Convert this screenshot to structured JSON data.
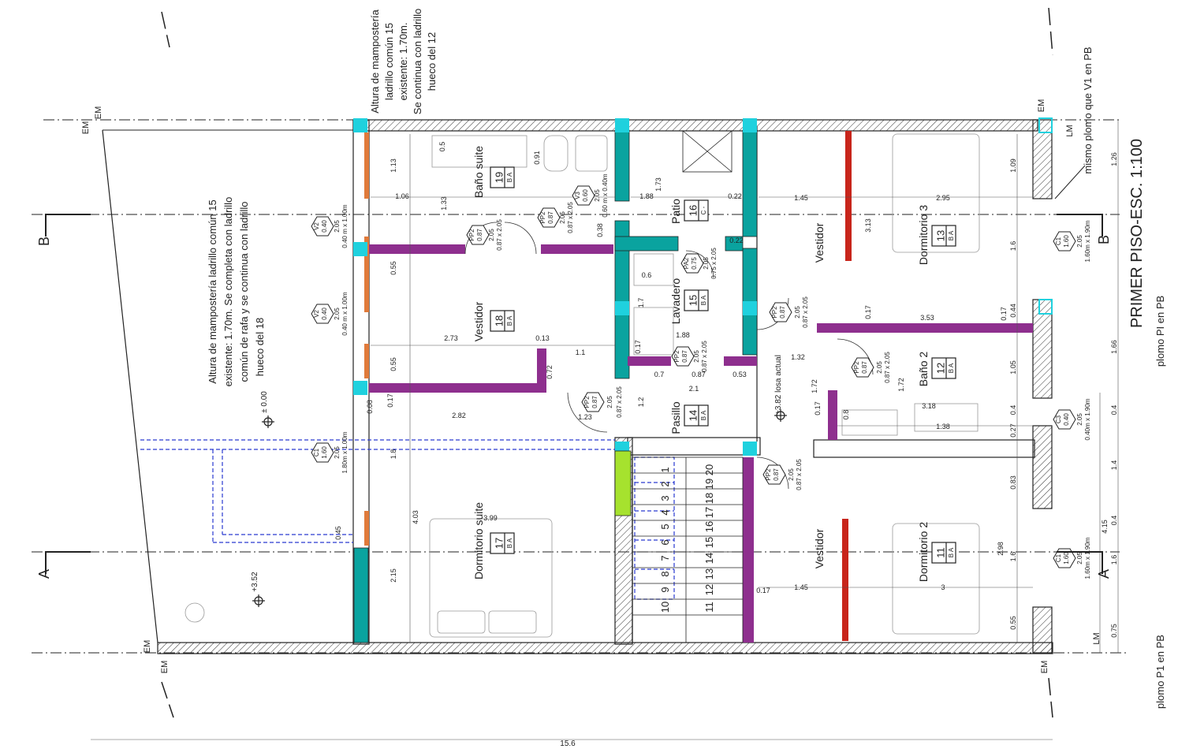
{
  "title": "PRIMER PISO-ESC. 1:100",
  "colors": {
    "wall": "#222222",
    "column": "#1fd1de",
    "new_wall": "#8e2f8e",
    "wood": "#e07a3a",
    "glass": "#0aa39f",
    "red": "#c8251b",
    "lime": "#a6e22e",
    "dashed": "#2a3ad0"
  },
  "notes": {
    "wall_right_l1": "Altura de mampostería",
    "wall_right_l2": "ladrillo común 15",
    "wall_right_l3": "existente: 1.70m.",
    "wall_right_l4": "Se continua con ladrillo",
    "wall_right_l5": "hueco del 12",
    "wall_left_l1": "Altura de mampostería ladrillo común 15",
    "wall_left_l2": "existente: 1.70m. Se completa con ladrillo",
    "wall_left_l3": "común de rafa y se continua con ladrillo",
    "wall_left_l4": "hueco del 18",
    "plomo_v1": "mismo plomo que V1 en PB",
    "plomo_pi": "plomo PI en PB",
    "plomo_p1": "plomo P1 en PB",
    "losa": "+3.82 losa actual",
    "level_1": "± 0.00",
    "level_2": "+3.52"
  },
  "section_marks": {
    "a": "A",
    "b": "B"
  },
  "axes": {
    "lm": "LM",
    "em": "EM"
  },
  "rooms": [
    {
      "id": "r19",
      "name": "Baño suite",
      "number": "19",
      "code": "B A"
    },
    {
      "id": "r18",
      "name": "Vestidor",
      "number": "18",
      "code": "B A"
    },
    {
      "id": "r17",
      "name": "Dormitorio suite",
      "number": "17",
      "code": "B A"
    },
    {
      "id": "r16",
      "name": "Patio",
      "number": "16",
      "code": "C -"
    },
    {
      "id": "r15",
      "name": "Lavadero",
      "number": "15",
      "code": "B A"
    },
    {
      "id": "r14",
      "name": "Pasillo",
      "number": "14",
      "code": "B A"
    },
    {
      "id": "r13",
      "name": "Dormitorio 3",
      "number": "13",
      "code": "B A"
    },
    {
      "id": "r12",
      "name": "Baño 2",
      "number": "12",
      "code": "B A"
    },
    {
      "id": "r11",
      "name": "Dormitorio 2",
      "number": "11",
      "code": "B A"
    },
    {
      "id": "rv1",
      "name": "Vestidor"
    },
    {
      "id": "rv2",
      "name": "Vestidor"
    }
  ],
  "openings": {
    "v2a": {
      "code": "V2",
      "size": "0.40",
      "height": "2.05",
      "spec": "0.40 m x 1.00m"
    },
    "v2b": {
      "code": "V2",
      "size": "0.40",
      "height": "2.05",
      "spec": "0.40 m x 1.00m"
    },
    "c1a": {
      "code": "C1",
      "size": "1.60",
      "height": "2.05",
      "spec": "1.80m x 1.00m"
    },
    "c1b": {
      "code": "C1",
      "size": "1.60",
      "height": "2.05",
      "spec": "1.60m x 1.90m"
    },
    "c1c": {
      "code": "C1",
      "size": "1.60",
      "height": "2.05",
      "spec": "1.60m x 1.90m"
    },
    "c3": {
      "code": "C3",
      "size": "0.40",
      "height": "2.05",
      "spec": "0.40m x 1.90m"
    },
    "v3": {
      "code": "V3",
      "size": "0.60",
      "height": "2.05",
      "spec": "0.60 m x 0.40m"
    },
    "pa2": {
      "code": "PA2",
      "size": "0.75",
      "height": "2.05",
      "spec": "0.75 x 2.05"
    },
    "pp2a": {
      "code": "PP2",
      "size": "0.87",
      "height": "2.05",
      "spec": "0.87 x 2.05"
    },
    "pp2b": {
      "code": "PP2",
      "size": "0.87",
      "height": "2.05",
      "spec": "0.87 x 2.05"
    },
    "pp2c": {
      "code": "PP2",
      "size": "0.87",
      "height": "2.05",
      "spec": "0.87 x 2.05"
    },
    "pp2d": {
      "code": "PP2",
      "size": "0.87",
      "height": "2.05",
      "spec": "0.87 x 2.05"
    },
    "pp2e": {
      "code": "PP2",
      "size": "0.87",
      "height": "2.05",
      "spec": "0.87 x 2.05"
    },
    "pp2f": {
      "code": "PP2",
      "size": "0.87",
      "height": "2.05",
      "spec": "0.87 x 2.05"
    },
    "pp2g": {
      "code": "PP2",
      "size": "0.87",
      "height": "2.05",
      "spec": "0.87 x 2.05"
    }
  },
  "stairs": [
    "1",
    "2",
    "3",
    "4",
    "5",
    "6",
    "7",
    "8",
    "9",
    "10",
    "11",
    "12",
    "13",
    "14",
    "15",
    "16",
    "17",
    "18",
    "19",
    "20"
  ],
  "dims": {
    "total": "15.6",
    "right": [
      "1.26",
      "1.66",
      "0.4",
      "1.4",
      "0.4",
      "1.6",
      "0.75",
      "4.15"
    ],
    "rooms": [
      "1.13",
      "1.33",
      "1.06",
      "0.55",
      "0.55",
      "2.73",
      "2.82",
      "1.8",
      "4.03",
      "2.15",
      "3.99",
      "0.17",
      "0.08",
      "0.45",
      "1.73",
      "1.88",
      "0.22",
      "0.6",
      "1.7",
      "0.17",
      "1.88",
      "0.7",
      "0.87",
      "0.53",
      "2.1",
      "1.2",
      "1.23",
      "1.1",
      "0.13",
      "0.72",
      "1.45",
      "3.13",
      "2.95",
      "1.09",
      "1.6",
      "0.44",
      "0.17",
      "3.53",
      "0.17",
      "1.05",
      "0.4",
      "0.27",
      "0.8",
      "1.32",
      "1.72",
      "3.18",
      "1.38",
      "1.72",
      "0.17",
      "0.83",
      "2.98",
      "1.6",
      "0.55",
      "3",
      "1.45",
      "0.17",
      "0.38",
      "0.91",
      "0.5",
      "0.22"
    ]
  }
}
